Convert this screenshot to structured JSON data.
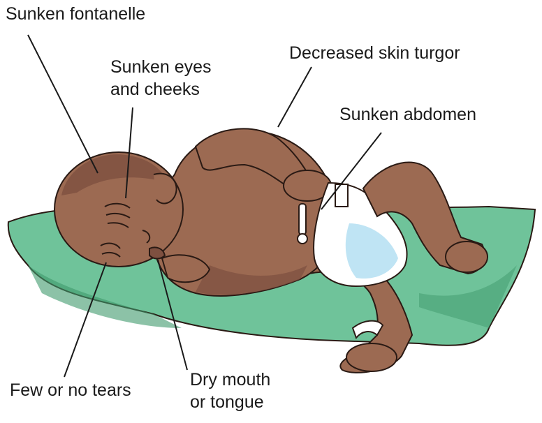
{
  "labels": {
    "sunken_fontanelle": "Sunken fontanelle",
    "sunken_eyes_line1": "Sunken eyes",
    "sunken_eyes_line2": "and cheeks",
    "decreased_skin_turgor": "Decreased skin turgor",
    "sunken_abdomen": "Sunken abdomen",
    "few_or_no_tears": "Few or no tears",
    "dry_mouth_line1": "Dry mouth",
    "dry_mouth_line2": "or tongue"
  },
  "colors": {
    "skin": "#9c6a52",
    "skin_shadow": "#7e5040",
    "blanket": "#6fc39a",
    "blanket_dark": "#3f9a6c",
    "diaper": "#ffffff",
    "diaper_shade": "#bfe4f4",
    "outline": "#2a1a14",
    "leader_line": "#1a1a1a"
  }
}
